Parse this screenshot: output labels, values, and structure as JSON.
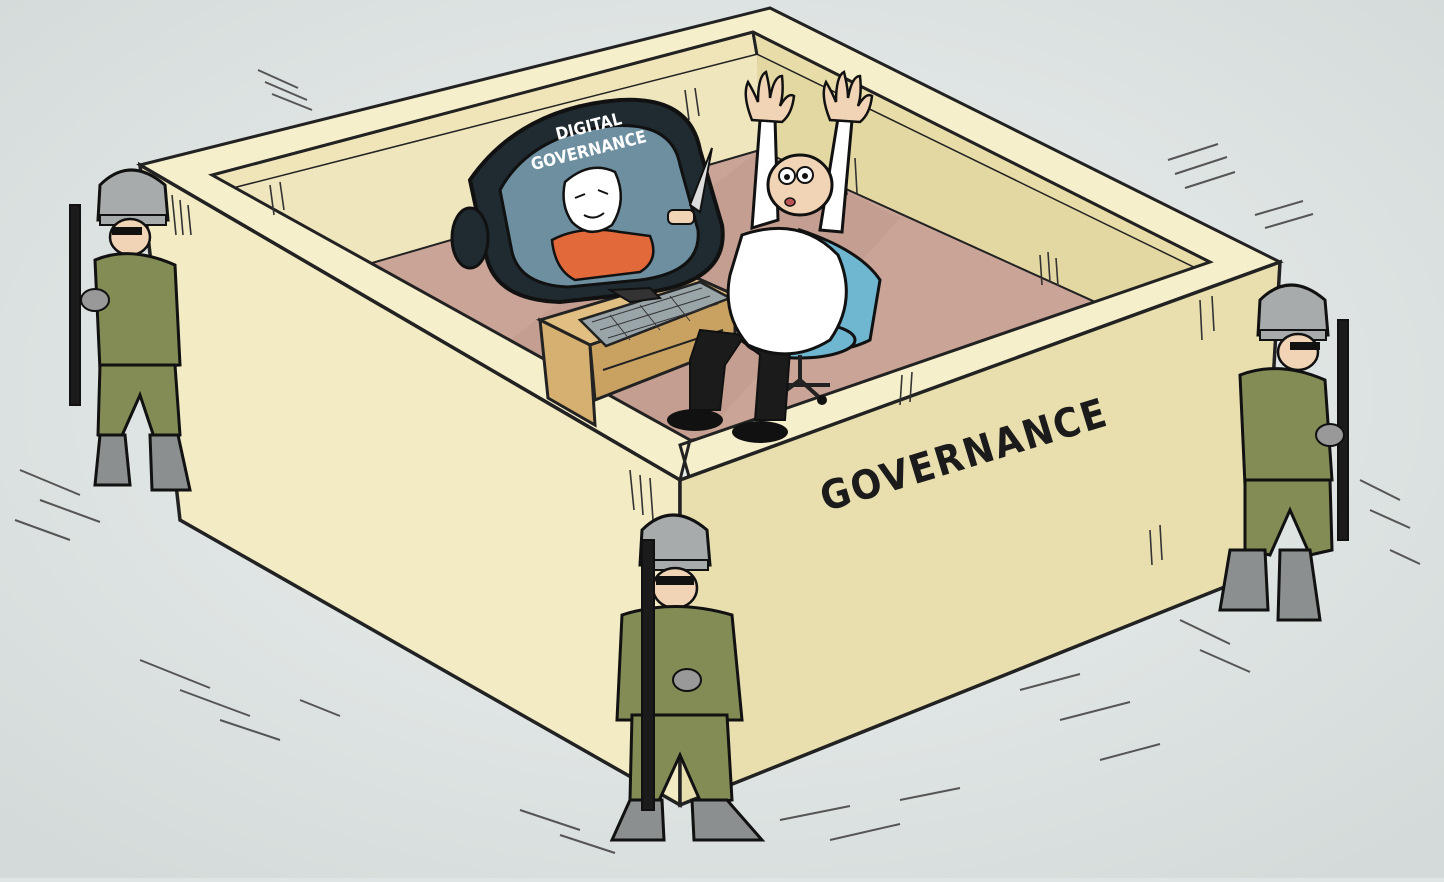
{
  "monitor": {
    "line1": "DIGITAL",
    "line2": "GOVERNANCE"
  },
  "box": {
    "label": "GOVERNANCE"
  },
  "colors": {
    "background": "#dfe5e4",
    "wall": "#f3ebc4",
    "wall_shade": "#ddd3a6",
    "floor": "#c9a497",
    "soldier_uniform": "#848c55",
    "helmet": "#a7abab",
    "screen": "#6d8fa0",
    "shirt_red": "#e26a3a",
    "chair": "#6fb6d0"
  }
}
